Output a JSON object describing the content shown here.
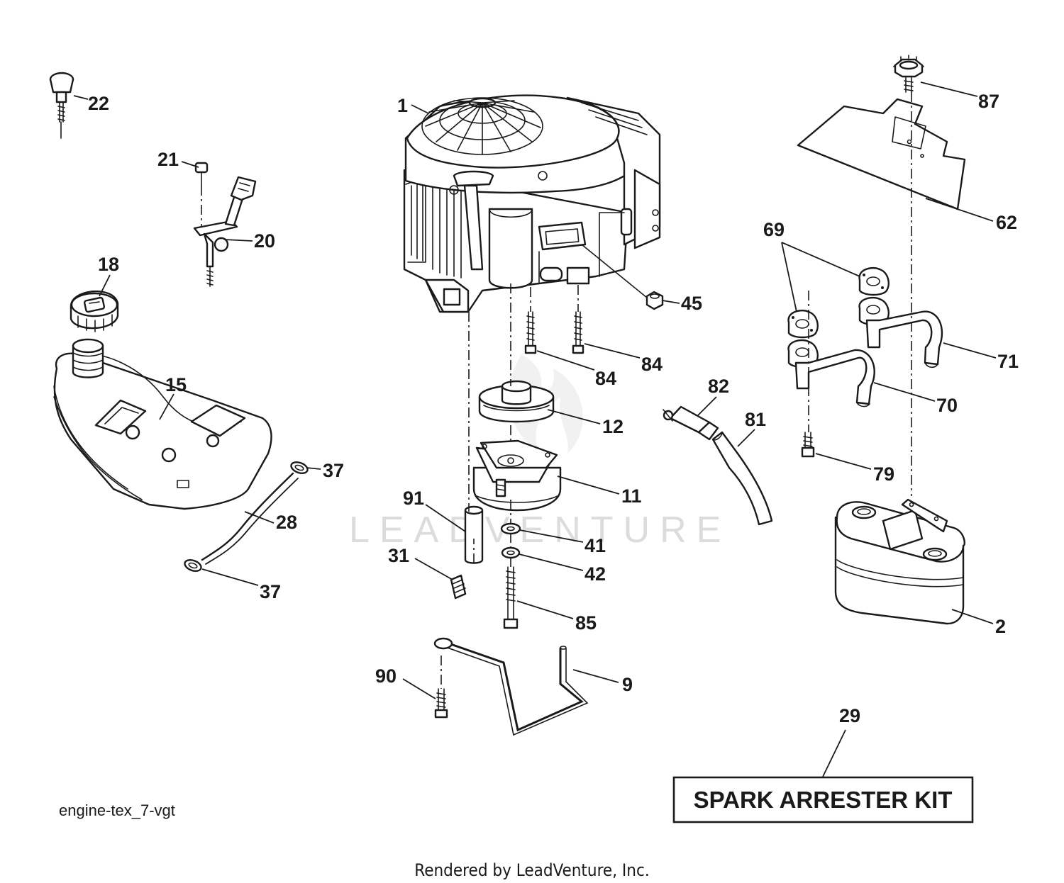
{
  "diagram": {
    "watermark": "LEADVENTURE",
    "drawing_code": "engine-tex_7-vgt",
    "footer": "Rendered by LeadVenture, Inc.",
    "kit_label": "SPARK ARRESTER KIT",
    "callouts": [
      {
        "id": "c22",
        "label": "22"
      },
      {
        "id": "c21",
        "label": "21"
      },
      {
        "id": "c20",
        "label": "20"
      },
      {
        "id": "c18",
        "label": "18"
      },
      {
        "id": "c15",
        "label": "15"
      },
      {
        "id": "c37a",
        "label": "37"
      },
      {
        "id": "c28",
        "label": "28"
      },
      {
        "id": "c37b",
        "label": "37"
      },
      {
        "id": "c1",
        "label": "1"
      },
      {
        "id": "c45",
        "label": "45"
      },
      {
        "id": "c84a",
        "label": "84"
      },
      {
        "id": "c84b",
        "label": "84"
      },
      {
        "id": "c12",
        "label": "12"
      },
      {
        "id": "c11",
        "label": "11"
      },
      {
        "id": "c91",
        "label": "91"
      },
      {
        "id": "c41",
        "label": "41"
      },
      {
        "id": "c42",
        "label": "42"
      },
      {
        "id": "c31",
        "label": "31"
      },
      {
        "id": "c85",
        "label": "85"
      },
      {
        "id": "c90",
        "label": "90"
      },
      {
        "id": "c9",
        "label": "9"
      },
      {
        "id": "c82",
        "label": "82"
      },
      {
        "id": "c81",
        "label": "81"
      },
      {
        "id": "c87",
        "label": "87"
      },
      {
        "id": "c62",
        "label": "62"
      },
      {
        "id": "c69",
        "label": "69"
      },
      {
        "id": "c71",
        "label": "71"
      },
      {
        "id": "c70",
        "label": "70"
      },
      {
        "id": "c79",
        "label": "79"
      },
      {
        "id": "c2",
        "label": "2"
      },
      {
        "id": "c29",
        "label": "29"
      }
    ]
  }
}
